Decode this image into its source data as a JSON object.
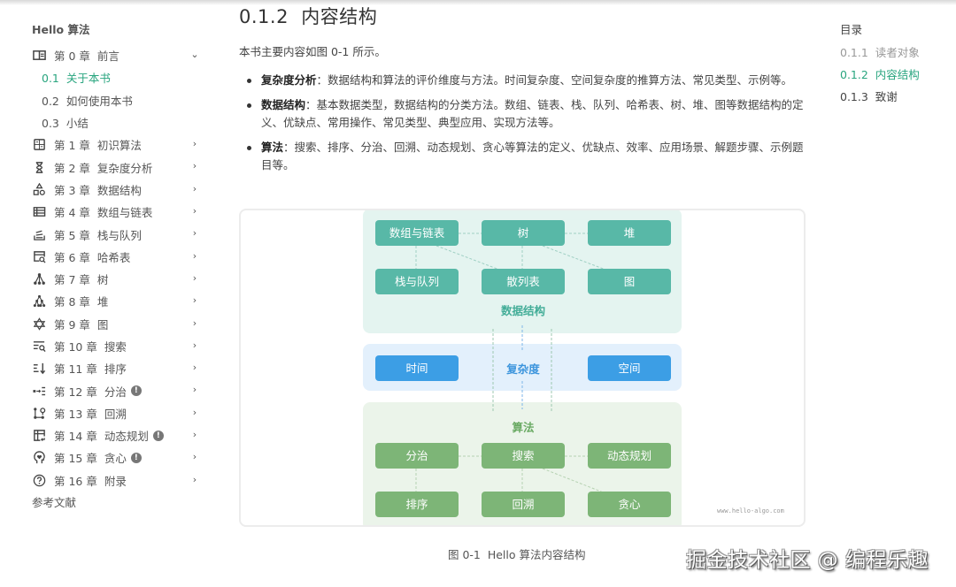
{
  "sidebar": {
    "title": "Hello 算法",
    "chapters": [
      {
        "number": "第 0 章",
        "title": "前言",
        "icon": "book-open-icon",
        "expanded": true,
        "sections": [
          {
            "label": "0.1  关于本书",
            "active": true
          },
          {
            "label": "0.2  如何使用本书",
            "active": false
          },
          {
            "label": "0.3  小结",
            "active": false
          }
        ]
      },
      {
        "number": "第 1 章",
        "title": "初识算法",
        "icon": "calculator-icon"
      },
      {
        "number": "第 2 章",
        "title": "复杂度分析",
        "icon": "hourglass-icon"
      },
      {
        "number": "第 3 章",
        "title": "数据结构",
        "icon": "shapes-icon"
      },
      {
        "number": "第 4 章",
        "title": "数组与链表",
        "icon": "table-rows-icon"
      },
      {
        "number": "第 5 章",
        "title": "栈与队列",
        "icon": "stack-icon"
      },
      {
        "number": "第 6 章",
        "title": "哈希表",
        "icon": "table-search-icon"
      },
      {
        "number": "第 7 章",
        "title": "树",
        "icon": "tree-icon"
      },
      {
        "number": "第 8 章",
        "title": "堆",
        "icon": "heap-icon"
      },
      {
        "number": "第 9 章",
        "title": "图",
        "icon": "graph-icon"
      },
      {
        "number": "第 10 章",
        "title": "搜索",
        "icon": "text-search-icon"
      },
      {
        "number": "第 11 章",
        "title": "排序",
        "icon": "sort-descending-icon"
      },
      {
        "number": "第 12 章",
        "title": "分治",
        "icon": "divide-icon",
        "badge": "!"
      },
      {
        "number": "第 13 章",
        "title": "回溯",
        "icon": "map-marker-path-icon"
      },
      {
        "number": "第 14 章",
        "title": "动态规划",
        "icon": "table-pivot-icon",
        "badge": "!"
      },
      {
        "number": "第 15 章",
        "title": "贪心",
        "icon": "head-heart-icon",
        "badge": "!"
      },
      {
        "number": "第 16 章",
        "title": "附录",
        "icon": "help-circle-icon"
      }
    ],
    "references": "参考文献"
  },
  "main": {
    "title": "0.1.2  内容结构",
    "intro": "本书主要内容如图 0-1 所示。",
    "bullets": [
      {
        "term": "复杂度分析",
        "text": "：数据结构和算法的评价维度与方法。时间复杂度、空间复杂度的推算方法、常见类型、示例等。"
      },
      {
        "term": "数据结构",
        "text": "：基本数据类型，数据结构的分类方法。数组、链表、栈、队列、哈希表、树、堆、图等数据结构的定义、优缺点、常用操作、常见类型、典型应用、实现方法等。"
      },
      {
        "term": "算法",
        "text": "：搜索、排序、分治、回溯、动态规划、贪心等算法的定义、优缺点、效率、应用场景、解题步骤、示例题目等。"
      }
    ],
    "figure": {
      "data_structures": {
        "label": "数据结构",
        "nodes": [
          "数组与链表",
          "树",
          "堆",
          "栈与队列",
          "散列表",
          "图"
        ],
        "color": "#58b8a7"
      },
      "complexity": {
        "label": "复杂度",
        "nodes": [
          "时间",
          "空间"
        ],
        "color": "#3c9ee5"
      },
      "algorithms": {
        "label": "算法",
        "nodes": [
          "分治",
          "搜索",
          "动态规划",
          "排序",
          "回溯",
          "贪心"
        ],
        "color": "#7db577"
      },
      "watermark": "www.hello-algo.com"
    },
    "caption": "图 0-1  Hello 算法内容结构"
  },
  "toc": {
    "title": "目录",
    "items": [
      {
        "label": "0.1.1  读者对象",
        "state": "muted"
      },
      {
        "label": "0.1.2  内容结构",
        "state": "active"
      },
      {
        "label": "0.1.3  致谢",
        "state": "normal"
      }
    ]
  },
  "watermark": "掘金技术社区 @ 编程乐趣",
  "colors": {
    "accent": "#29a57f",
    "text": "#444444"
  }
}
